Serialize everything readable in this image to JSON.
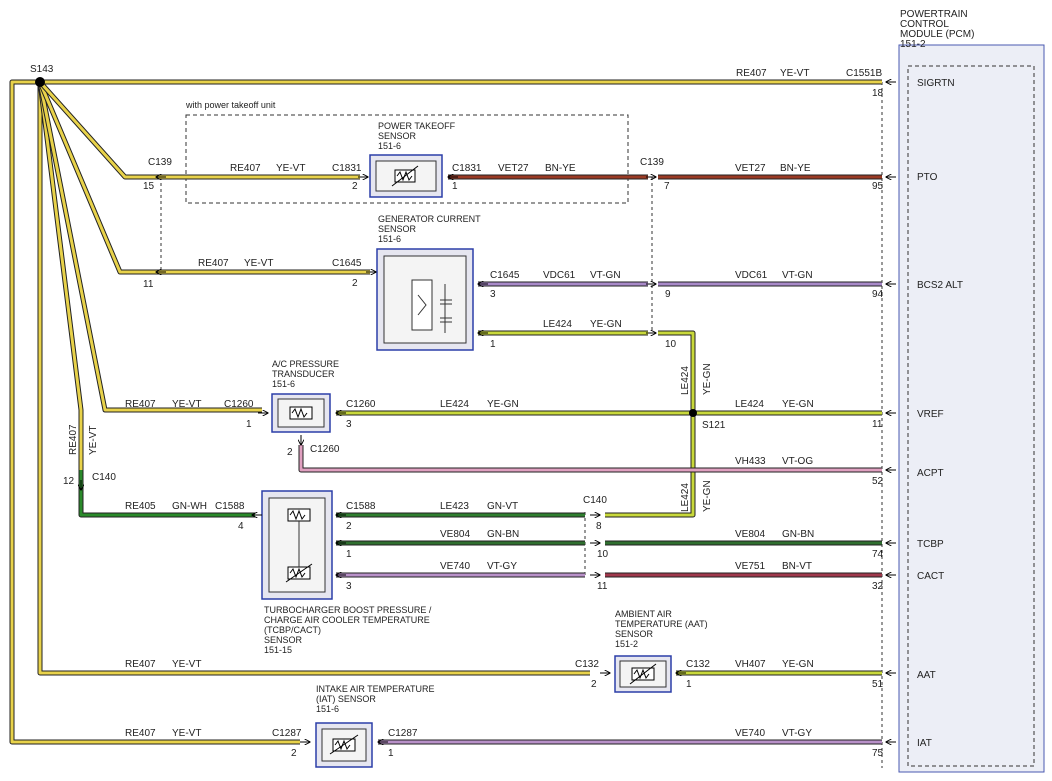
{
  "pcm": {
    "title_lines": [
      "POWERTRAIN",
      "CONTROL",
      "MODULE (PCM)",
      "151-2"
    ]
  },
  "splice_main": "S143",
  "splice_s121": "S121",
  "pto_option_note": "with power takeoff unit",
  "pins": {
    "sigrtn": "SIGRTN",
    "pto": "PTO",
    "bcs2": "BCS2 ALT",
    "vref": "VREF",
    "acpt": "ACPT",
    "tcbp": "TCBP",
    "cact": "CACT",
    "aat": "AAT",
    "iat": "IAT"
  },
  "sensors": {
    "pto": {
      "lines": [
        "POWER TAKEOFF",
        "SENSOR",
        "151-6"
      ]
    },
    "gen": {
      "lines": [
        "GENERATOR CURRENT",
        "SENSOR",
        "151-6"
      ]
    },
    "ac": {
      "lines": [
        "A/C PRESSURE",
        "TRANSDUCER",
        "151-6"
      ]
    },
    "tcbp": {
      "lines": [
        "TURBOCHARGER BOOST PRESSURE /",
        "CHARGE AIR COOLER TEMPERATURE",
        "(TCBP/CACT)",
        "SENSOR",
        "151-15"
      ]
    },
    "aat": {
      "lines": [
        "AMBIENT AIR",
        "TEMPERATURE (AAT)",
        "SENSOR",
        "151-2"
      ]
    },
    "iat": {
      "lines": [
        "INTAKE AIR TEMPERATURE",
        "(IAT) SENSOR",
        "151-6"
      ]
    }
  },
  "labels": [
    {
      "id": "sig-circ",
      "text": "RE407"
    },
    {
      "id": "sig-col",
      "text": "YE-VT"
    },
    {
      "id": "sig-conn",
      "text": "C1551B"
    },
    {
      "id": "sig-pin",
      "text": "18"
    },
    {
      "id": "c139-l",
      "text": "C139"
    },
    {
      "id": "c139-l-pin",
      "text": "15"
    },
    {
      "id": "pto-l-circ",
      "text": "RE407"
    },
    {
      "id": "pto-l-col",
      "text": "YE-VT"
    },
    {
      "id": "pto-c-l",
      "text": "C1831"
    },
    {
      "id": "pto-c-l-pin",
      "text": "2"
    },
    {
      "id": "pto-c-r",
      "text": "C1831"
    },
    {
      "id": "pto-c-r-pin",
      "text": "1"
    },
    {
      "id": "pto-m-circ",
      "text": "VET27"
    },
    {
      "id": "pto-m-col",
      "text": "BN-YE"
    },
    {
      "id": "c139-r",
      "text": "C139"
    },
    {
      "id": "c139-r-pin",
      "text": "7"
    },
    {
      "id": "pto-r-circ",
      "text": "VET27"
    },
    {
      "id": "pto-r-col",
      "text": "BN-YE"
    },
    {
      "id": "pto-pcm-pin",
      "text": "95"
    },
    {
      "id": "gen-l-pin",
      "text": "11"
    },
    {
      "id": "gen-l-circ",
      "text": "RE407"
    },
    {
      "id": "gen-l-col",
      "text": "YE-VT"
    },
    {
      "id": "gen-c-l",
      "text": "C1645"
    },
    {
      "id": "gen-c-l-pin",
      "text": "2"
    },
    {
      "id": "gen-c-r",
      "text": "C1645"
    },
    {
      "id": "gen-c-r-pin3",
      "text": "3"
    },
    {
      "id": "gen-m-circ",
      "text": "VDC61"
    },
    {
      "id": "gen-m-col",
      "text": "VT-GN"
    },
    {
      "id": "gen-c139-pin9",
      "text": "9"
    },
    {
      "id": "gen-r-circ",
      "text": "VDC61"
    },
    {
      "id": "gen-r-col",
      "text": "VT-GN"
    },
    {
      "id": "gen-pcm-pin",
      "text": "94"
    },
    {
      "id": "gen-c-r-pin1",
      "text": "1"
    },
    {
      "id": "gen-le-circ",
      "text": "LE424"
    },
    {
      "id": "gen-le-col",
      "text": "YE-GN"
    },
    {
      "id": "gen-c139-pin10",
      "text": "10"
    },
    {
      "id": "vert-le-circ",
      "text": "LE424"
    },
    {
      "id": "vert-le-col",
      "text": "YE-GN"
    },
    {
      "id": "ac-l-circ",
      "text": "RE407"
    },
    {
      "id": "ac-l-col",
      "text": "YE-VT"
    },
    {
      "id": "ac-c-l",
      "text": "C1260"
    },
    {
      "id": "ac-c-l-pin",
      "text": "1"
    },
    {
      "id": "ac-c-r",
      "text": "C1260"
    },
    {
      "id": "ac-c-r-pin",
      "text": "3"
    },
    {
      "id": "ac-m-circ",
      "text": "LE424"
    },
    {
      "id": "ac-m-col",
      "text": "YE-GN"
    },
    {
      "id": "vref-circ",
      "text": "LE424"
    },
    {
      "id": "vref-col",
      "text": "YE-GN"
    },
    {
      "id": "vref-pin",
      "text": "11"
    },
    {
      "id": "ac-b-pin",
      "text": "2"
    },
    {
      "id": "ac-b-conn",
      "text": "C1260"
    },
    {
      "id": "acpt-circ",
      "text": "VH433"
    },
    {
      "id": "acpt-col",
      "text": "VT-OG"
    },
    {
      "id": "acpt-pin",
      "text": "52"
    },
    {
      "id": "vert-re-circ",
      "text": "RE407"
    },
    {
      "id": "vert-re-col",
      "text": "YE-VT"
    },
    {
      "id": "c140-l-pin",
      "text": "12"
    },
    {
      "id": "c140-l",
      "text": "C140"
    },
    {
      "id": "vert-le2-circ",
      "text": "LE424"
    },
    {
      "id": "vert-le2-col",
      "text": "YE-GN"
    },
    {
      "id": "tc-re-circ",
      "text": "RE405"
    },
    {
      "id": "tc-re-col",
      "text": "GN-WH"
    },
    {
      "id": "tc-c-l",
      "text": "C1588"
    },
    {
      "id": "tc-c-l-pin",
      "text": "4"
    },
    {
      "id": "tc-c-r",
      "text": "C1588"
    },
    {
      "id": "tc-c-r-pin2",
      "text": "2"
    },
    {
      "id": "tc-le-circ",
      "text": "LE423"
    },
    {
      "id": "tc-le-col",
      "text": "GN-VT"
    },
    {
      "id": "c140-r",
      "text": "C140"
    },
    {
      "id": "c140-r-pin8",
      "text": "8"
    },
    {
      "id": "tc-c-r-pin1",
      "text": "1"
    },
    {
      "id": "tcbp-m-circ",
      "text": "VE804"
    },
    {
      "id": "tcbp-m-col",
      "text": "GN-BN"
    },
    {
      "id": "c140-pin10",
      "text": "10"
    },
    {
      "id": "tcbp-r-circ",
      "text": "VE804"
    },
    {
      "id": "tcbp-r-col",
      "text": "GN-BN"
    },
    {
      "id": "tcbp-pin",
      "text": "74"
    },
    {
      "id": "tc-c-r-pin3",
      "text": "3"
    },
    {
      "id": "cact-m-circ",
      "text": "VE740"
    },
    {
      "id": "cact-m-col",
      "text": "VT-GY"
    },
    {
      "id": "c140-pin11",
      "text": "11"
    },
    {
      "id": "cact-r-circ",
      "text": "VE751"
    },
    {
      "id": "cact-r-col",
      "text": "BN-VT"
    },
    {
      "id": "cact-pin",
      "text": "32"
    },
    {
      "id": "aat-l-circ",
      "text": "RE407"
    },
    {
      "id": "aat-l-col",
      "text": "YE-VT"
    },
    {
      "id": "aat-c-l",
      "text": "C132"
    },
    {
      "id": "aat-c-l-pin",
      "text": "2"
    },
    {
      "id": "aat-c-r",
      "text": "C132"
    },
    {
      "id": "aat-c-r-pin",
      "text": "1"
    },
    {
      "id": "aat-r-circ",
      "text": "VH407"
    },
    {
      "id": "aat-r-col",
      "text": "YE-GN"
    },
    {
      "id": "aat-pin",
      "text": "51"
    },
    {
      "id": "iat-l-circ",
      "text": "RE407"
    },
    {
      "id": "iat-l-col",
      "text": "YE-VT"
    },
    {
      "id": "iat-c-l",
      "text": "C1287"
    },
    {
      "id": "iat-c-l-pin",
      "text": "2"
    },
    {
      "id": "iat-c-r",
      "text": "C1287"
    },
    {
      "id": "iat-c-r-pin",
      "text": "1"
    },
    {
      "id": "iat-r-circ",
      "text": "VE740"
    },
    {
      "id": "iat-r-col",
      "text": "VT-GY"
    },
    {
      "id": "iat-pin",
      "text": "75"
    }
  ],
  "wire_colors": {
    "YE-VT": "#e8d24a",
    "VT": "#8a55b8",
    "BN-YE": "#9a3a24",
    "VT-GN": "#a889c8",
    "YE-GN": "#c8d83a",
    "VT-OG": "#e0a0c0",
    "GN-WH": "#2a8a2a",
    "GN-VT": "#2f7f2f",
    "GN-BN": "#2f6f2f",
    "VT-GY": "#b890c8",
    "BN-VT": "#a0384c"
  }
}
